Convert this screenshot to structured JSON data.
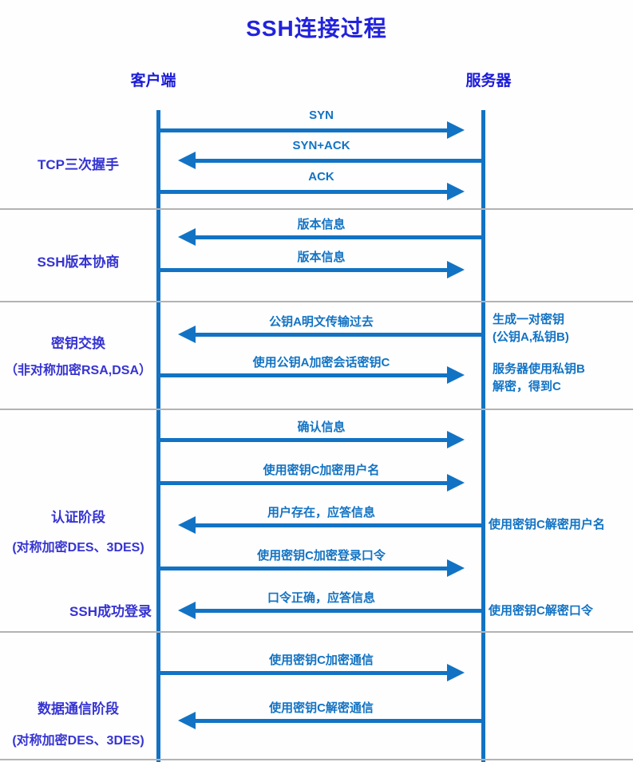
{
  "title": "SSH连接过程",
  "columns": {
    "client": "客户端",
    "server": "服务器"
  },
  "colors": {
    "title_blue": "#2222dd",
    "header_blue": "#1b1bd8",
    "section_label_blue": "#3634d2",
    "arrow_blue": "#1273c4",
    "divider_gray": "#b3b3b3"
  },
  "sections": [
    {
      "name": "tcp-handshake",
      "label": "TCP三次握手",
      "arrows": [
        {
          "label": "SYN",
          "direction": "right"
        },
        {
          "label": "SYN+ACK",
          "direction": "left"
        },
        {
          "label": "ACK",
          "direction": "right"
        }
      ]
    },
    {
      "name": "ssh-version-negotiation",
      "label": "SSH版本协商",
      "arrows": [
        {
          "label": "版本信息",
          "direction": "left"
        },
        {
          "label": "版本信息",
          "direction": "right"
        }
      ]
    },
    {
      "name": "key-exchange",
      "label": "密钥交换",
      "sublabel": "（非对称加密RSA,DSA）",
      "arrows": [
        {
          "label": "公钥A明文传输过去",
          "direction": "left"
        },
        {
          "label": "使用公钥A加密会话密钥C",
          "direction": "right"
        }
      ],
      "server_notes": [
        "生成一对密钥\n(公钥A,私钥B)",
        "服务器使用私钥B\n解密，得到C"
      ]
    },
    {
      "name": "authentication",
      "label": "认证阶段",
      "sublabel": "(对称加密DES、3DES)",
      "extra_label": "SSH成功登录",
      "arrows": [
        {
          "label": "确认信息",
          "direction": "right"
        },
        {
          "label": "使用密钥C加密用户名",
          "direction": "right"
        },
        {
          "label": "用户存在，应答信息",
          "direction": "left"
        },
        {
          "label": "使用密钥C加密登录口令",
          "direction": "right"
        },
        {
          "label": "口令正确，应答信息",
          "direction": "left"
        }
      ],
      "server_notes": [
        "使用密钥C解密用户名",
        "使用密钥C解密口令"
      ]
    },
    {
      "name": "data-communication",
      "label": "数据通信阶段",
      "sublabel": "(对称加密DES、3DES)",
      "arrows": [
        {
          "label": "使用密钥C加密通信",
          "direction": "right"
        },
        {
          "label": "使用密钥C解密通信",
          "direction": "left"
        }
      ]
    }
  ]
}
